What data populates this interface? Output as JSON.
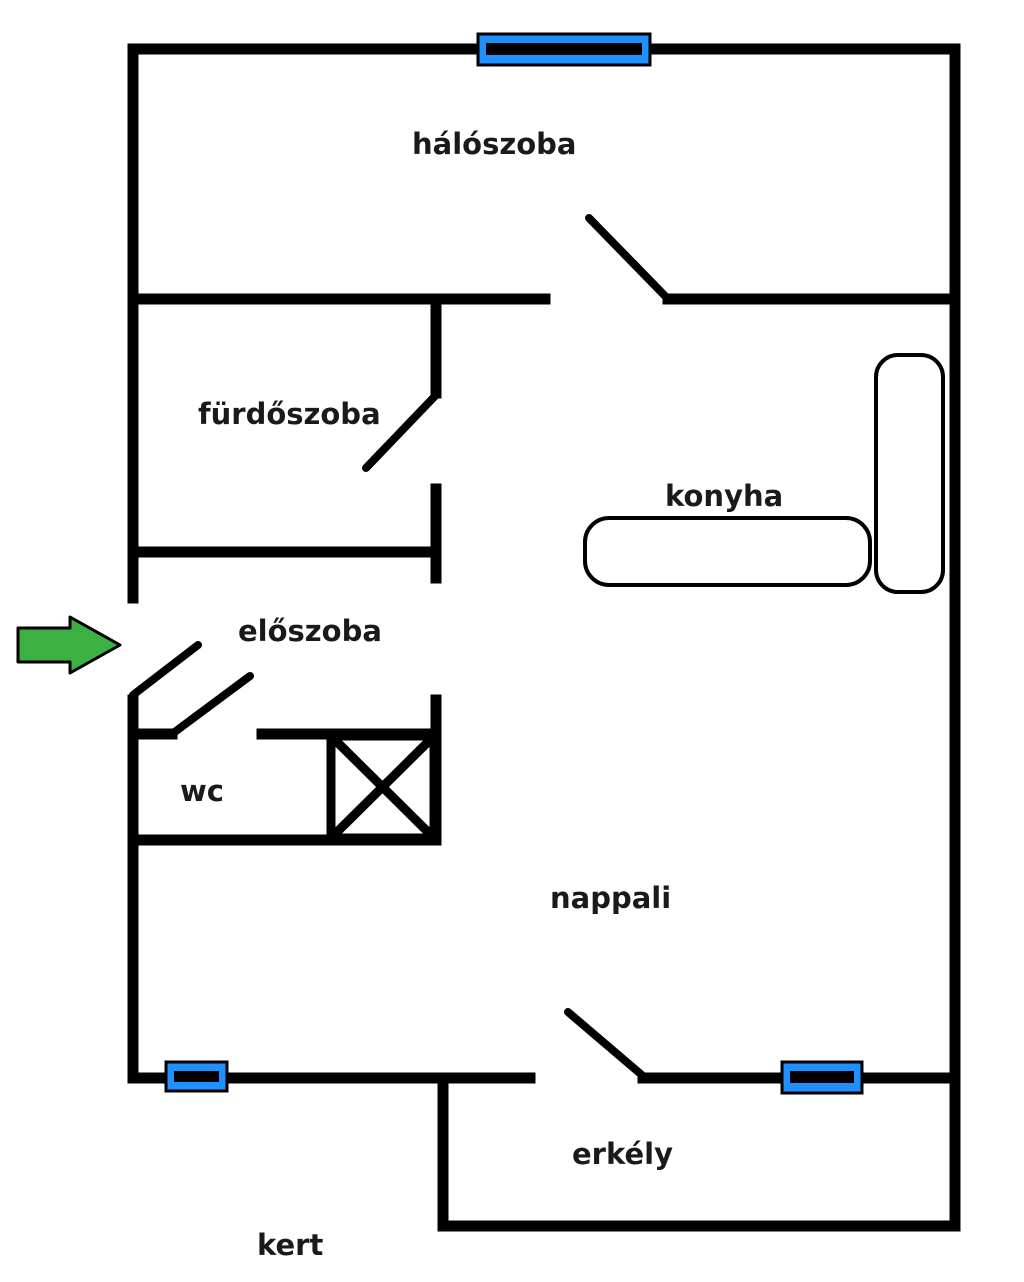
{
  "rooms": {
    "halo": "hálószoba",
    "furdo": "fürdőszoba",
    "konyha": "konyha",
    "eloszoba": "előszoba",
    "wc": "wc",
    "nappali": "nappali",
    "erkely": "erkély",
    "kert": "kert"
  },
  "colors": {
    "wall": "#000000",
    "window_fill": "#1e90ff",
    "entrance_arrow": "#3cb043"
  },
  "icons": {
    "entrance": "entrance-arrow-icon",
    "window": "window-icon",
    "shaft": "shaft-cross-icon"
  }
}
